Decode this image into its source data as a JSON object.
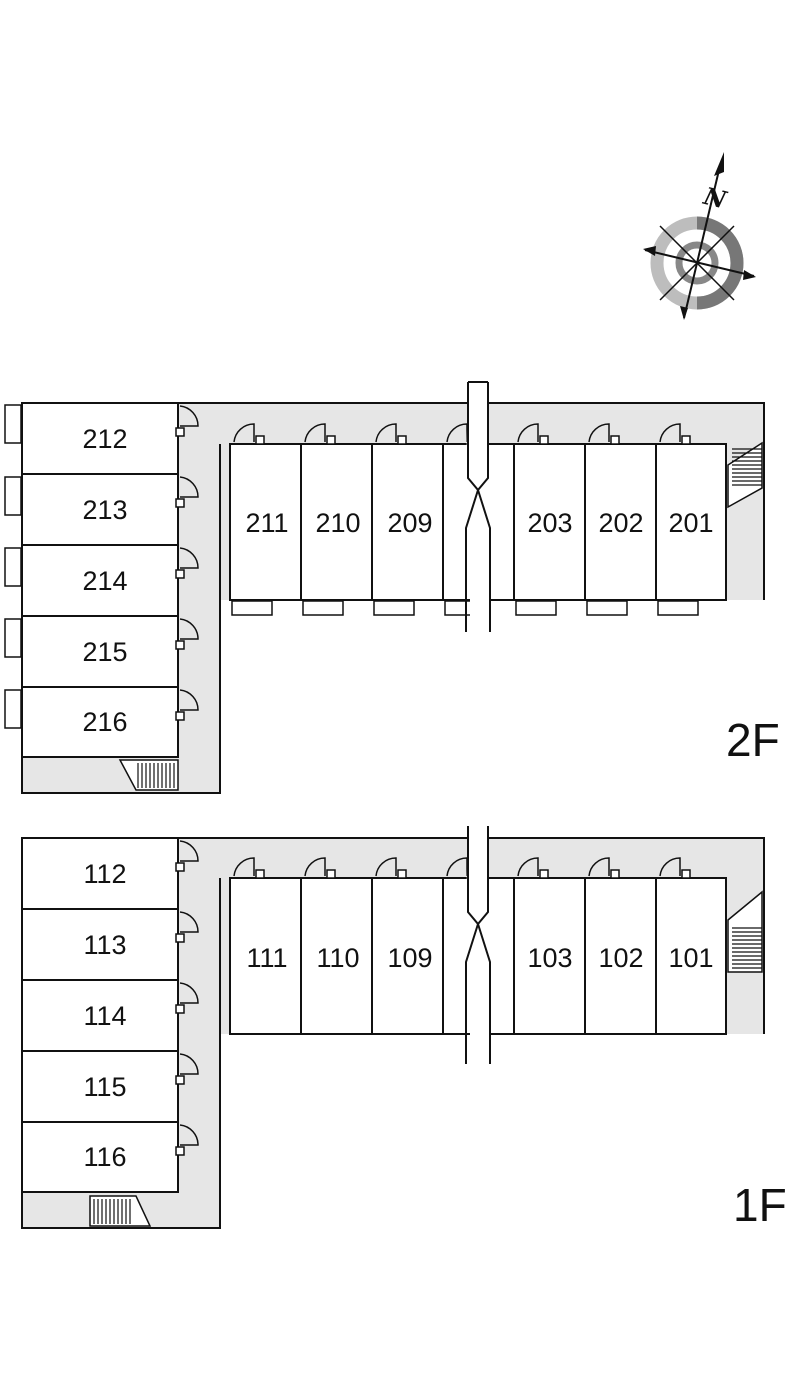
{
  "compass": {
    "north_label": "N",
    "icon": "compass-rose-icon"
  },
  "floors": [
    {
      "id": "2F",
      "label": "2F",
      "left_rooms": [
        "212",
        "213",
        "214",
        "215",
        "216"
      ],
      "top_rooms": [
        "211",
        "210",
        "209",
        "",
        "203",
        "202",
        "201"
      ]
    },
    {
      "id": "1F",
      "label": "1F",
      "left_rooms": [
        "112",
        "113",
        "114",
        "115",
        "116"
      ],
      "top_rooms": [
        "111",
        "110",
        "109",
        "",
        "103",
        "102",
        "101"
      ]
    }
  ],
  "colors": {
    "line": "#111111",
    "corridor": "#e6e6e6",
    "background": "#ffffff"
  }
}
